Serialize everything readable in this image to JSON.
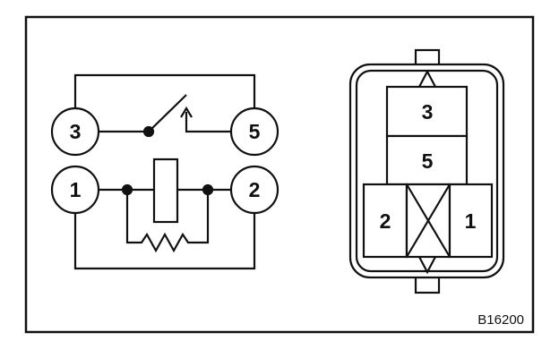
{
  "figure_code": "B16200",
  "schematic": {
    "terminals": [
      {
        "id": "t3",
        "label": "3"
      },
      {
        "id": "t5",
        "label": "5"
      },
      {
        "id": "t1",
        "label": "1"
      },
      {
        "id": "t2",
        "label": "2"
      }
    ]
  },
  "connector": {
    "cells": [
      {
        "id": "c3",
        "label": "3"
      },
      {
        "id": "c5",
        "label": "5"
      },
      {
        "id": "c2",
        "label": "2"
      },
      {
        "id": "c1",
        "label": "1"
      }
    ]
  }
}
